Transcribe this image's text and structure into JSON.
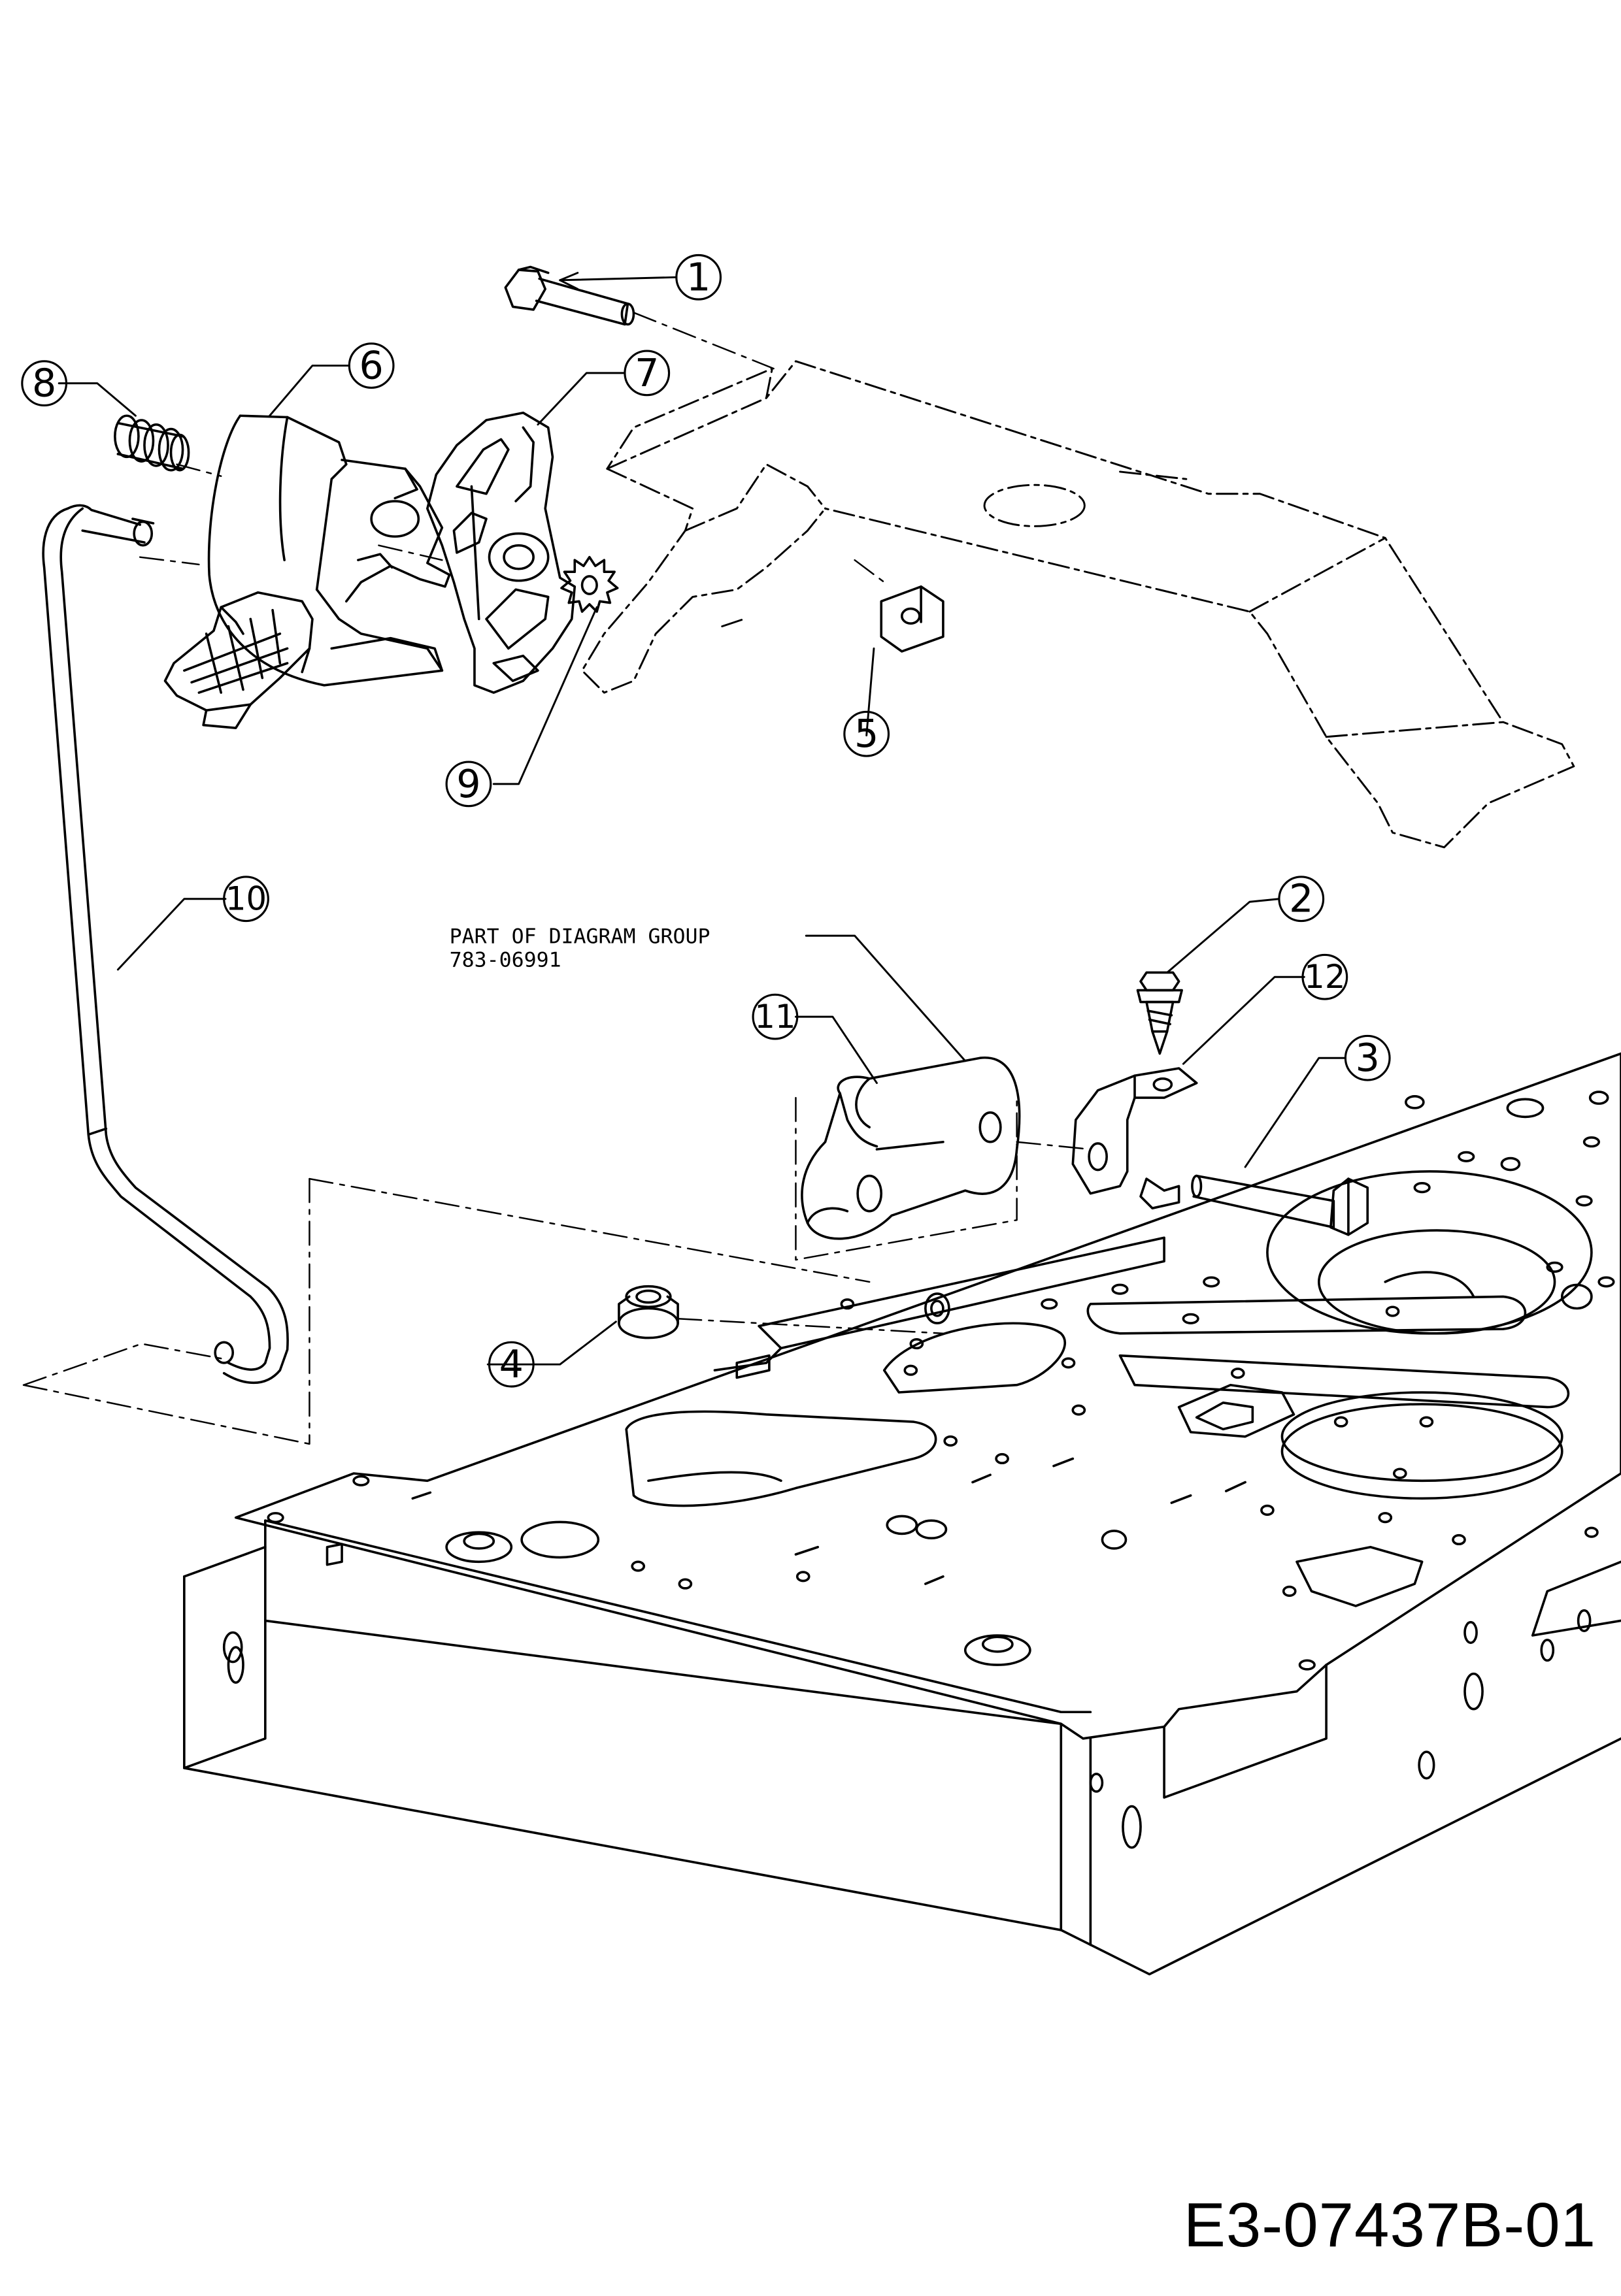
{
  "drawing_number": "E3-07437B-01",
  "note": {
    "line1": "PART OF DIAGRAM GROUP",
    "line2": "783-06991"
  },
  "callouts": [
    {
      "id": "1",
      "part": "bolt"
    },
    {
      "id": "2",
      "part": "screw"
    },
    {
      "id": "3",
      "part": "bolt"
    },
    {
      "id": "4",
      "part": "flange-bushing"
    },
    {
      "id": "5",
      "part": "nut-clip"
    },
    {
      "id": "6",
      "part": "lever-housing"
    },
    {
      "id": "7",
      "part": "ratchet-plate"
    },
    {
      "id": "8",
      "part": "spring"
    },
    {
      "id": "9",
      "part": "star-washer"
    },
    {
      "id": "10",
      "part": "rod"
    },
    {
      "id": "11",
      "part": "pivot-arm"
    },
    {
      "id": "12",
      "part": "bracket"
    }
  ]
}
